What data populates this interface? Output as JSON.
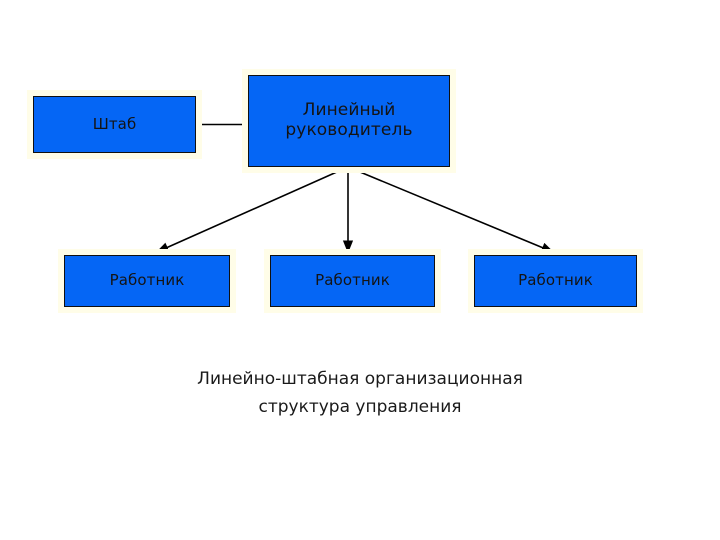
{
  "diagram": {
    "type": "org-chart",
    "title_caption": {
      "line1": "Линейно-штабная организационная",
      "line2": "структура управления"
    },
    "colors": {
      "node_fill": "#0566F5",
      "node_border": "#101010",
      "node_shadow": "#FFFDE8",
      "connector": "#000000",
      "text": "#141414",
      "background": "#FFFFFF"
    },
    "nodes": [
      {
        "id": "staff",
        "label": "Штаб"
      },
      {
        "id": "line-manager",
        "label": "Линейный\nруководитель"
      },
      {
        "id": "worker-1",
        "label": "Работник"
      },
      {
        "id": "worker-2",
        "label": "Работник"
      },
      {
        "id": "worker-3",
        "label": "Работник"
      }
    ],
    "connectors": [
      {
        "from": "staff",
        "to": "line-manager",
        "style": "plain-line",
        "arrow": false
      },
      {
        "from": "line-manager",
        "to": "worker-1",
        "style": "diagonal",
        "arrow": true
      },
      {
        "from": "line-manager",
        "to": "worker-2",
        "style": "vertical",
        "arrow": true
      },
      {
        "from": "line-manager",
        "to": "worker-3",
        "style": "diagonal",
        "arrow": true
      }
    ]
  }
}
